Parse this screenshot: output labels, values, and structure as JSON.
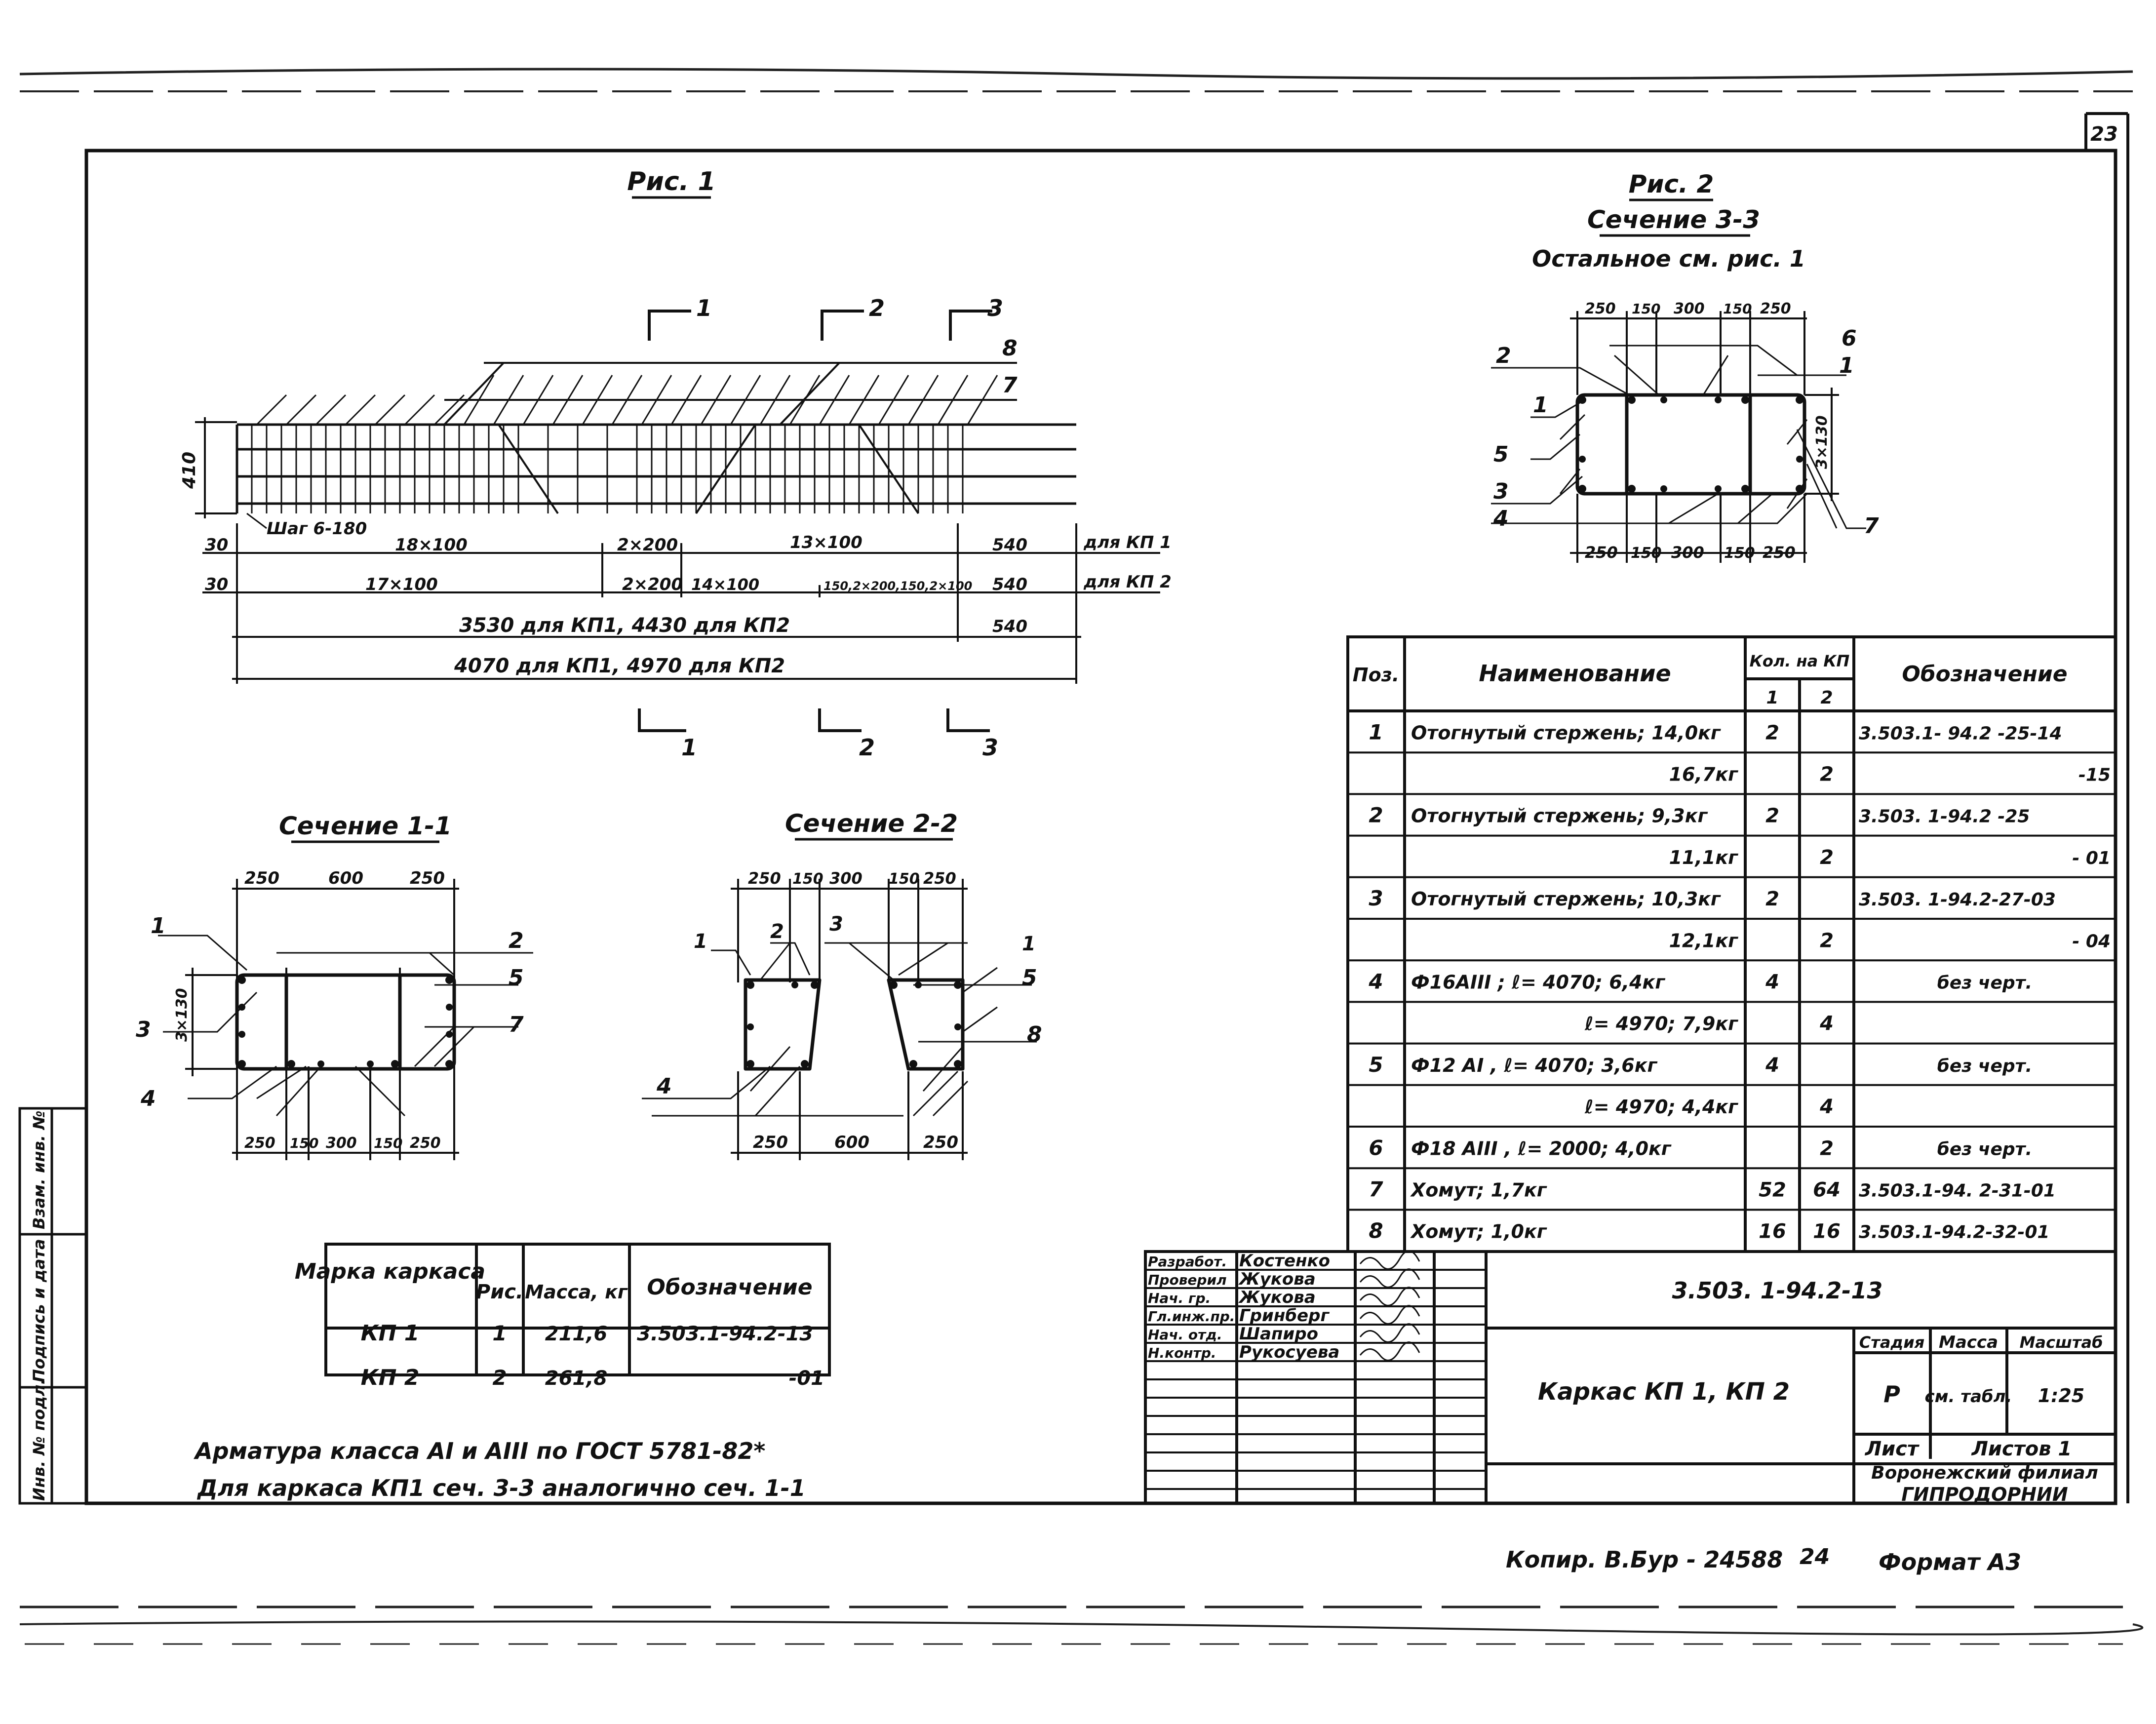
{
  "sheet_number": "23",
  "fig1": {
    "title": "Рис. 1",
    "cuts": [
      "1",
      "2",
      "3"
    ],
    "pos_callouts": [
      "8",
      "7"
    ],
    "height_dim": "410",
    "stirrup_note": "Шаг 6-180",
    "row1": {
      "left": "30",
      "s1": "18×100",
      "s2": "2×200",
      "s3": "13×100",
      "s4": "540",
      "label": "для КП 1"
    },
    "row2": {
      "left": "30",
      "s1": "17×100",
      "s2": "2×200",
      "s3": "14×100",
      "s4": "150,2×200,150,2×100",
      "s5": "540",
      "label": "для КП 2"
    },
    "row3": {
      "s1": "3530 для КП1,  4430 для КП2",
      "s2": "540"
    },
    "row4": {
      "s1": "4070 для КП1,  4970 для КП2"
    }
  },
  "section11": {
    "title": "Сечение 1-1",
    "top_dims": [
      "250",
      "600",
      "250"
    ],
    "bottom_dims": [
      "250",
      "150",
      "300",
      "150",
      "250"
    ],
    "side_dim": "3×130",
    "callouts_left": [
      "1",
      "3",
      "4"
    ],
    "callouts_right": [
      "2",
      "5",
      "7"
    ]
  },
  "section22": {
    "title": "Сечение 2-2",
    "top_dims": [
      "250",
      "150",
      "300",
      "150",
      "250"
    ],
    "bottom_dims": [
      "250",
      "600",
      "250"
    ],
    "callouts": [
      "1",
      "2",
      "3",
      "1",
      "5",
      "8",
      "4"
    ]
  },
  "fig2": {
    "title": "Рис. 2",
    "subtitle": "Сечение 3-3",
    "note": "Остальное см. рис. 1",
    "top_dims": [
      "250",
      "150",
      "300",
      "150",
      "250"
    ],
    "bottom_dims": [
      "250",
      "150",
      "300",
      "150",
      "250"
    ],
    "side_dim": "3×130",
    "callouts_left": [
      "2",
      "1",
      "5",
      "3",
      "4"
    ],
    "callouts_right": [
      "6",
      "1",
      "7"
    ]
  },
  "spec_table": {
    "headers": {
      "pos": "Поз.",
      "name": "Наименование",
      "qty": "Кол. на КП",
      "qty1": "1",
      "qty2": "2",
      "designation": "Обозначение"
    },
    "rows": [
      {
        "pos": "1",
        "name": "Отогнутый стержень; 14,0кг",
        "q1": "2",
        "q2": "",
        "des": "3.503.1- 94.2 -25-14"
      },
      {
        "pos": "",
        "name": "16,7кг",
        "q1": "",
        "q2": "2",
        "des": "-15"
      },
      {
        "pos": "2",
        "name": "Отогнутый стержень;   9,3кг",
        "q1": "2",
        "q2": "",
        "des": "3.503. 1-94.2 -25"
      },
      {
        "pos": "",
        "name": "11,1кг",
        "q1": "",
        "q2": "2",
        "des": "- 01"
      },
      {
        "pos": "3",
        "name": "Отогнутый стержень; 10,3кг",
        "q1": "2",
        "q2": "",
        "des": "3.503. 1-94.2-27-03"
      },
      {
        "pos": "",
        "name": "12,1кг",
        "q1": "",
        "q2": "2",
        "des": "- 04"
      },
      {
        "pos": "4",
        "name": "Ф16АIII ;  ℓ= 4070;  6,4кг",
        "q1": "4",
        "q2": "",
        "des": "без черт."
      },
      {
        "pos": "",
        "name": "ℓ= 4970;  7,9кг",
        "q1": "",
        "q2": "4",
        "des": ""
      },
      {
        "pos": "5",
        "name": "Ф12 АI ,  ℓ= 4070;  3,6кг",
        "q1": "4",
        "q2": "",
        "des": "без черт."
      },
      {
        "pos": "",
        "name": "ℓ= 4970;  4,4кг",
        "q1": "",
        "q2": "4",
        "des": ""
      },
      {
        "pos": "6",
        "name": "Ф18 АIII ,  ℓ= 2000;  4,0кг",
        "q1": "",
        "q2": "2",
        "des": "без черт."
      },
      {
        "pos": "7",
        "name": "Хомут;  1,7кг",
        "q1": "52",
        "q2": "64",
        "des": "3.503.1-94. 2-31-01"
      },
      {
        "pos": "8",
        "name": "Хомут;  1,0кг",
        "q1": "16",
        "q2": "16",
        "des": "3.503.1-94.2-32-01"
      }
    ]
  },
  "mark_table": {
    "headers": [
      "Марка каркаса",
      "Рис.",
      "Масса, кг",
      "Обозначение"
    ],
    "rows": [
      [
        "КП 1",
        "1",
        "211,6",
        "3.503.1-94.2-13"
      ],
      [
        "КП 2",
        "2",
        "261,8",
        "-01"
      ]
    ]
  },
  "notes": [
    "Арматура класса АI и АIII по ГОСТ 5781-82*",
    "Для каркаса КП1 сеч. 3-3 аналогично сеч. 1-1"
  ],
  "title_block": {
    "code": "3.503. 1-94.2-13",
    "roles": [
      "Разработ.",
      "Проверил",
      "Нач. гр.",
      "Гл.инж.пр.",
      "Нач. отд.",
      "Н.контр."
    ],
    "names": [
      "Костенко",
      "Жукова",
      "Жукова",
      "Гринберг",
      "Шапиро",
      "Рукосуева"
    ],
    "drawing_name": "Каркас КП 1, КП 2",
    "stage_label": "Стадия",
    "mass_label": "Масса",
    "scale_label": "Масштаб",
    "stage": "Р",
    "mass": "см. табл.",
    "scale": "1:25",
    "sheet_label": "Лист",
    "sheets_label": "Листов 1",
    "org1": "Воронежский филиал",
    "org2": "ГИПРОДОРНИИ"
  },
  "side_stamp": [
    "Инв. № подл.",
    "Подпись и дата",
    "Взам. инв. №"
  ],
  "footer": {
    "copy": "Копир. В.Бур - 24588",
    "page": "24",
    "format": "Формат А3"
  }
}
